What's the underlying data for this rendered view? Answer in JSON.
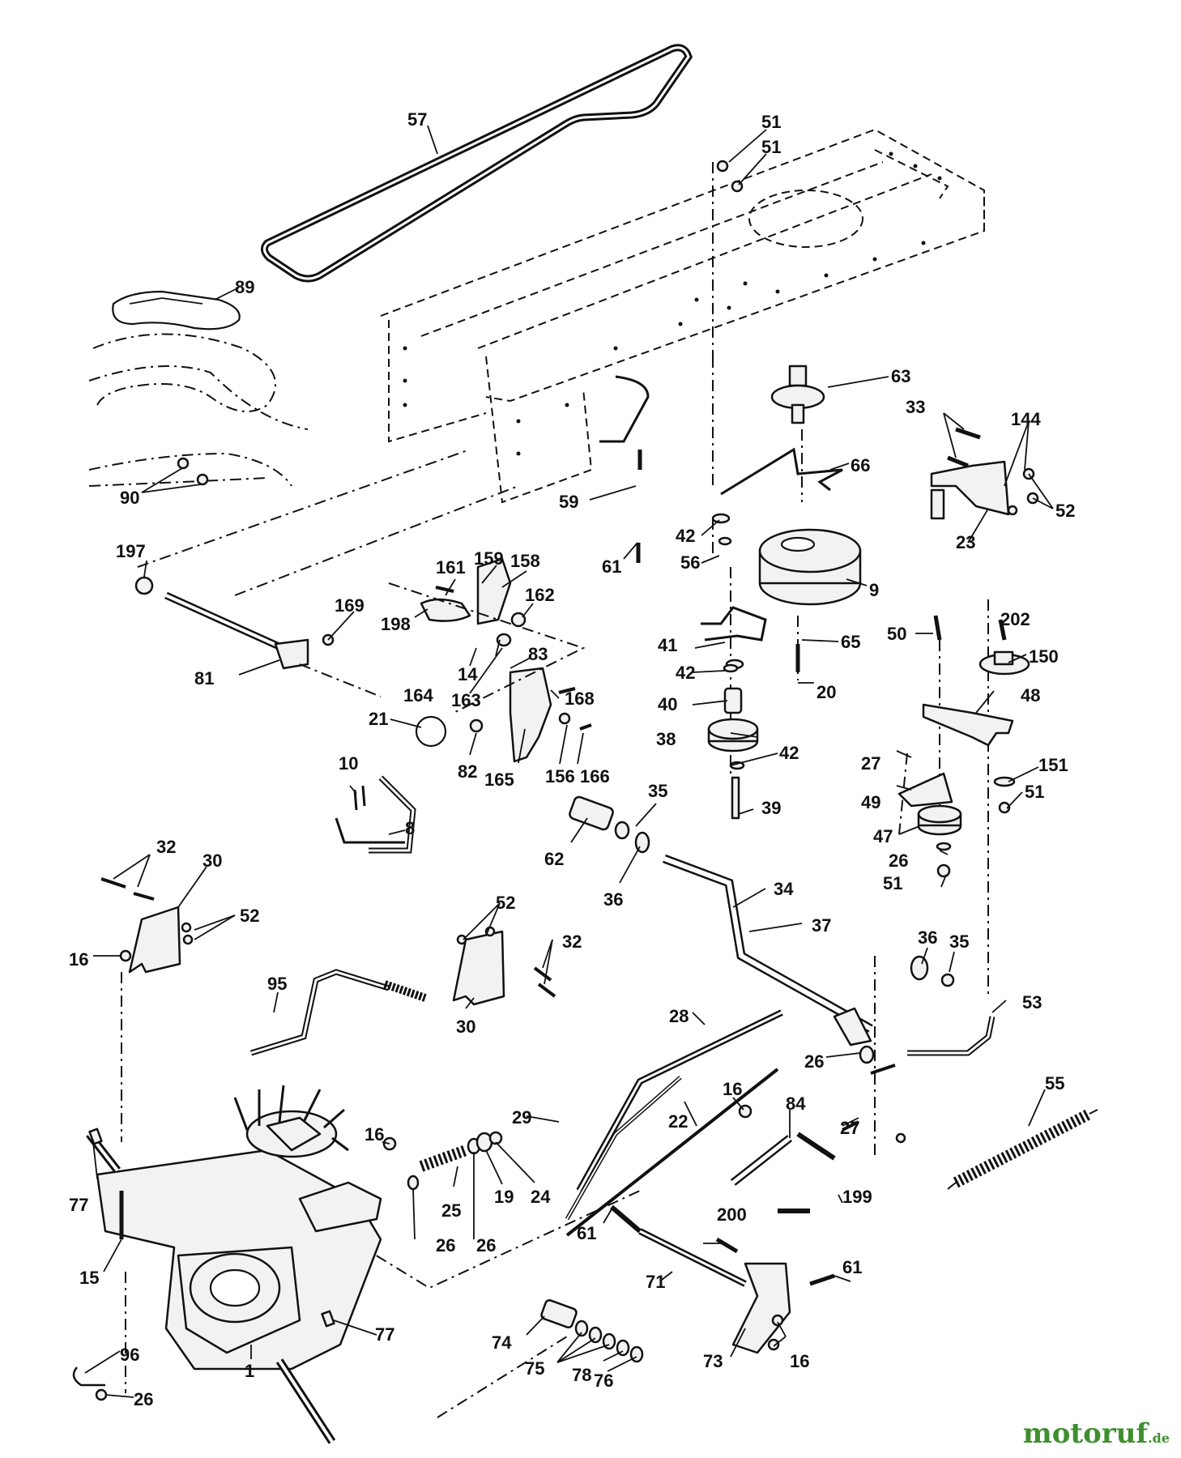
{
  "callouts": {
    "p57": "57",
    "p51a": "51",
    "p51b": "51",
    "p89": "89",
    "p63": "63",
    "p33": "33",
    "p144": "144",
    "p66": "66",
    "p90": "90",
    "p59": "59",
    "p42a": "42",
    "p56": "56",
    "p52a": "52",
    "p23": "23",
    "p61a": "61",
    "p9": "9",
    "p197": "197",
    "p161": "161",
    "p159": "159",
    "p158": "158",
    "p169": "169",
    "p162": "162",
    "p198": "198",
    "p41": "41",
    "p65": "65",
    "p50": "50",
    "p202": "202",
    "p150": "150",
    "p81": "81",
    "p83": "83",
    "p42b": "42",
    "p14": "14",
    "p164": "164",
    "p163": "163",
    "p20": "20",
    "p48": "48",
    "p40": "40",
    "p21": "21",
    "p168": "168",
    "p38": "38",
    "p42c": "42",
    "p27a": "27",
    "p151": "151",
    "p10": "10",
    "p82": "82",
    "p165": "165",
    "p156": "156",
    "p166": "166",
    "p51c": "51",
    "p49": "49",
    "p39": "39",
    "p35a": "35",
    "p8": "8",
    "p47": "47",
    "p32a": "32",
    "p30a": "30",
    "p62": "62",
    "p36a": "36",
    "p26a": "26",
    "p51d": "51",
    "p34": "34",
    "p52b": "52",
    "p52c": "52",
    "p16a": "16",
    "p32b": "32",
    "p37": "37",
    "p36b": "36",
    "p35b": "35",
    "p95": "95",
    "p30b": "30",
    "p53": "53",
    "p28": "28",
    "p26b": "26",
    "p55": "55",
    "p16b": "16",
    "p84": "84",
    "p29": "29",
    "p22": "22",
    "p27b": "27",
    "p16c": "16",
    "p77a": "77",
    "p25": "25",
    "p19": "19",
    "p24": "24",
    "p199": "199",
    "p200": "200",
    "p26c": "26",
    "p26d": "26",
    "p61b": "61",
    "p61c": "61",
    "p15": "15",
    "p71": "71",
    "p77b": "77",
    "p74": "74",
    "p1": "1",
    "p75": "75",
    "p78": "78",
    "p73": "73",
    "p16d": "16",
    "p96": "96",
    "p76": "76",
    "p26e": "26"
  },
  "watermark": {
    "brand": "motoruf",
    "tld": ".de",
    "color": "#3f8f2e"
  }
}
